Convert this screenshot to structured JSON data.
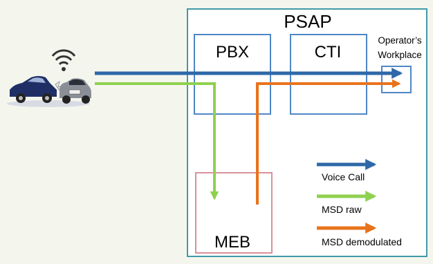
{
  "colors": {
    "background": "#f4f6ee",
    "psap_fill": "#ffffff",
    "psap_border": "#3f9aa7",
    "blue_box": "#4f86c6",
    "meb_box": "#d9909a",
    "voice_call": "#2e68a8",
    "msd_raw": "#8fd14f",
    "msd_demodulated": "#e8731c"
  },
  "diagram": {
    "psap_label": "PSAP",
    "pbx_label": "PBX",
    "cti_label": "CTI",
    "workplace_label_line1": "Operator’s",
    "workplace_label_line2": "Workplace",
    "meb_label": "MEB"
  },
  "legend": [
    {
      "label": "Voice Call",
      "color_key": "voice_call"
    },
    {
      "label": "MSD raw",
      "color_key": "msd_raw"
    },
    {
      "label": "MSD demodulated",
      "color_key": "msd_demodulated"
    }
  ],
  "icons": [
    "wifi-signal-icon",
    "car-crash-icon"
  ]
}
